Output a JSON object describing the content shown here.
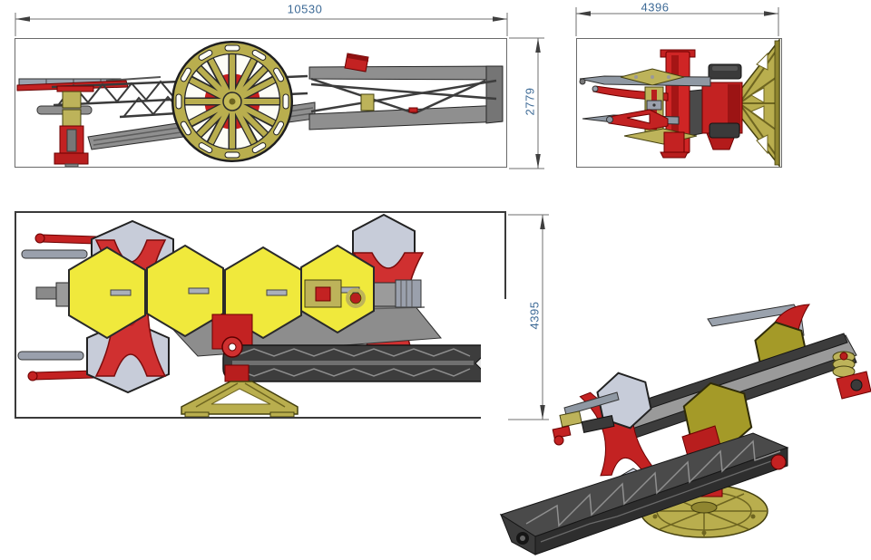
{
  "drawing": {
    "dimensions": {
      "overall_length": "10530",
      "overall_height": "2779",
      "overall_width": "4396",
      "plan_depth": "4395"
    },
    "colors": {
      "accent_red": "#c32222",
      "olive_gold": "#b9ae4e",
      "panel_yellow": "#f0e93c",
      "panel_silver": "#c7ccd9",
      "steel_gray": "#8f8f8f",
      "dark_gray": "#3d3d3d",
      "dimension_text": "#3d6a96",
      "line_color": "#4b4b4b",
      "background": "#ffffff"
    }
  }
}
